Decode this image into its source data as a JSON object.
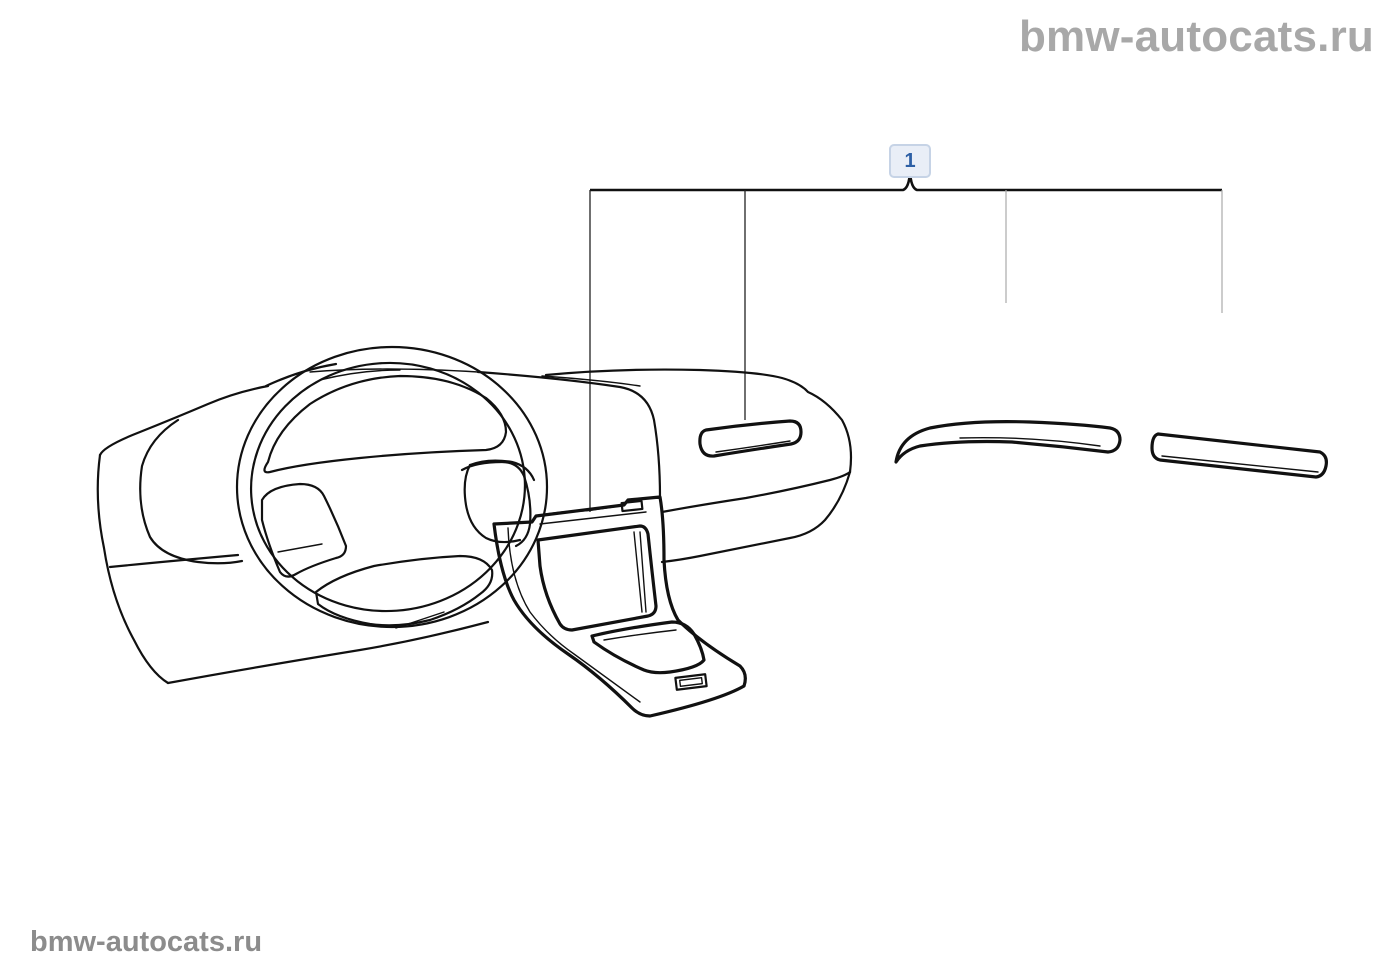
{
  "watermark": {
    "top": "bmw-autocats.ru",
    "bottom": "bmw-autocats.ru"
  },
  "callouts": [
    {
      "label": "1"
    }
  ],
  "colors": {
    "line_art": "#111111",
    "watermark": "#a8a8a8",
    "callout_fill": "#e9eef7",
    "callout_border": "#c6d3e6",
    "callout_text": "#2d5fa5"
  }
}
